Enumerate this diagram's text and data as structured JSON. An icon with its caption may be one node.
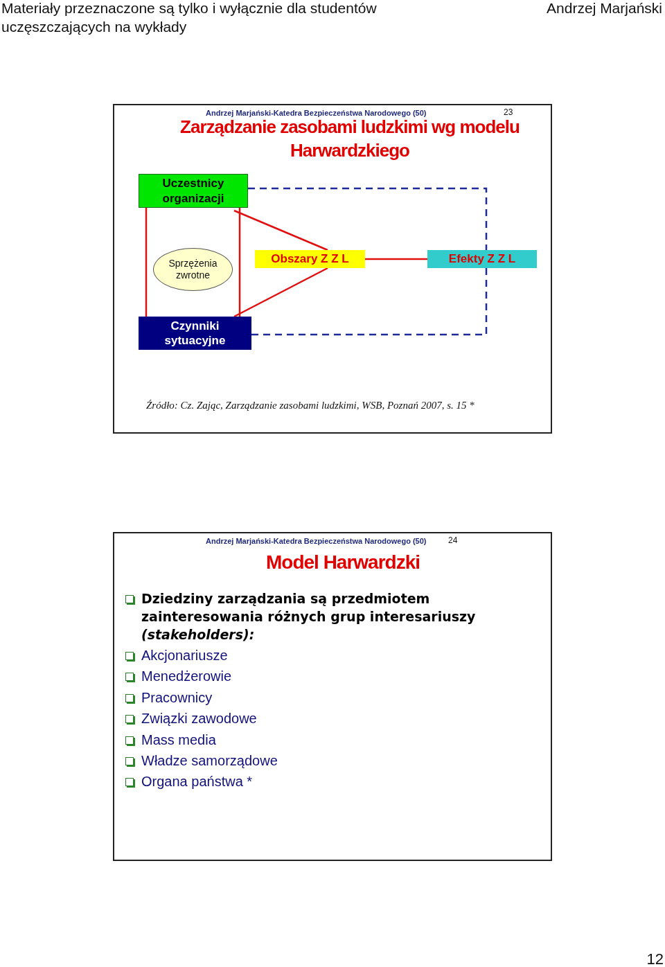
{
  "diagram": {
    "title": "Zarządzanie zasobami ludzkimi wg modelu Harwardzkiego",
    "caption": "Źródło: Cz. Zając, Zarządzanie zasobami ludzkimi, WSB, Poznań 2007, s. 15 *",
    "nodes": [
      {
        "text": [
          "Uczestnicy organizacji"
        ]
      },
      {
        "text": [
          "Sprzężenia zwrotne"
        ]
      },
      {
        "text": [
          "Obszary  Z Z L"
        ]
      },
      {
        "text": [
          "Efekty  Z Z L"
        ]
      },
      {
        "text": [
          "Czynniki sytuacyjne"
        ]
      }
    ],
    "edges": [
      {
        "from": 0,
        "to": 4,
        "arrow": "none"
      },
      {
        "from": 0,
        "to": 4,
        "arrow": "none"
      },
      {
        "from": 0,
        "to": 2,
        "arrow": "none"
      },
      {
        "from": 4,
        "to": 2,
        "arrow": "none"
      },
      {
        "from": 2,
        "to": 3,
        "arrow": "none"
      },
      {
        "from": 0,
        "to": 3,
        "arrow": "none",
        "style": "dashed",
        "color": "#1f2a99"
      },
      {
        "from": 4,
        "to": 3,
        "arrow": "none",
        "style": "dashed",
        "color": "#1f2a99"
      }
    ],
    "labels": [
      "Materiały przeznaczone są tylko i wyłącznie dla studentów uczęszczających na wykłady",
      "Andrzej Marjański",
      "Andrzej Marjański-Katedra Bezpieczeństwa Narodowego (50)",
      "23",
      "Andrzej Marjański-Katedra Bezpieczeństwa Narodowego (50)",
      "24",
      "Model Harwardzki",
      "Dziedziny zarządzania są przedmiotem zainteresowania różnych grup interesariuszy *(stakeholders):*",
      "Akcjonariusze",
      "Menedżerowie",
      "Pracownicy",
      "Związki zawodowe",
      "Mass media",
      "Władze samorządowe",
      "Organa państwa   *",
      "12"
    ]
  }
}
